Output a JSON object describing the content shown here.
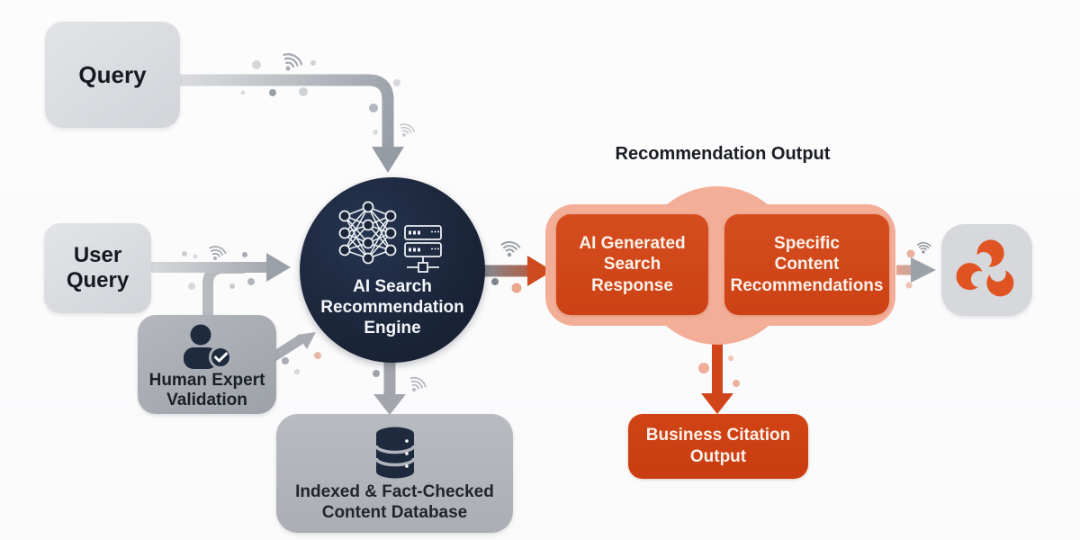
{
  "headings": {
    "recommendation_output": "Recommendation Output"
  },
  "nodes": {
    "query": {
      "label": "Query"
    },
    "user_query": {
      "label": "User\nQuery"
    },
    "human_validation": {
      "label": "Human Expert\nValidation",
      "icon": "person-check-icon"
    },
    "engine": {
      "label": "AI Search\nRecommendation\nEngine",
      "icons": [
        "neural-network-icon",
        "server-icon"
      ]
    },
    "database": {
      "label": "Indexed & Fact-Checked\nContent Database",
      "icon": "database-icon"
    },
    "ai_response": {
      "label": "AI Generated\nSearch\nResponse"
    },
    "specific_recommendations": {
      "label": "Specific\nContent\nRecommendations"
    },
    "business_citation": {
      "label": "Business Citation\nOutput"
    },
    "brand_logo": {
      "icon": "triskelion-logo-icon"
    }
  },
  "decor_icons": [
    "wifi-signal-icon",
    "dot"
  ],
  "colors": {
    "background": "#fbfbfc",
    "navy": "#1c2638",
    "icon_navy": "#1e2a3d",
    "orange": "#d0471b",
    "orange_deep": "#ca3e13",
    "orange_arrow": "#d2441a",
    "salmon_blob": "#f3ae98",
    "logo_orange": "#e05423",
    "light_gray_box": "#d9dbdf",
    "mid_gray_box": "#a8acb3",
    "db_gray_box": "#b2b5bb",
    "arrow_gray": "#a2a6ad",
    "text_dark": "#16191f",
    "text_light": "#fdf1ea"
  }
}
